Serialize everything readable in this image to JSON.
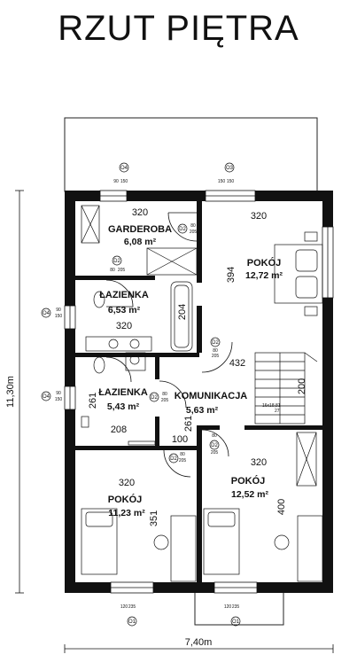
{
  "title": "RZUT PIĘTRA",
  "overall": {
    "height_label": "11,30m",
    "width_label": "7,40m"
  },
  "rooms": [
    {
      "name": "GARDEROBA",
      "area": "6,08 m²"
    },
    {
      "name": "POKÓJ",
      "area": "12,72 m²"
    },
    {
      "name": "ŁAZIENKA",
      "area": "6,53 m²"
    },
    {
      "name": "ŁAZIENKA",
      "area": "5,43 m²"
    },
    {
      "name": "KOMUNIKACJA",
      "area": "5,63 m²"
    },
    {
      "name": "POKÓJ",
      "area": "12,52 m²"
    },
    {
      "name": "POKÓJ",
      "area": "11,23 m²"
    }
  ],
  "dimensions": [
    "320",
    "320",
    "394",
    "204",
    "320",
    "432",
    "261",
    "208",
    "261",
    "100",
    "320",
    "320",
    "400",
    "351",
    "200"
  ],
  "window_tags": {
    "top_left": {
      "id": "O4",
      "width": "90",
      "height": "150"
    },
    "top_right": {
      "id": "O3",
      "width": "150",
      "height": "150"
    },
    "left_mid1": {
      "id": "O4",
      "width": "90",
      "height": "150"
    },
    "left_mid2": {
      "id": "O4",
      "width": "90",
      "height": "150"
    },
    "bottom_left": {
      "id": "O1",
      "width": "120",
      "height": "235"
    },
    "bottom_right": {
      "id": "O1",
      "width": "120",
      "height": "235"
    }
  },
  "door_tags": {
    "d1": {
      "id": "D2",
      "width": "80",
      "height": "205"
    },
    "d2": {
      "id": "D2",
      "width": "80",
      "height": "205"
    },
    "d3": {
      "id": "D2",
      "width": "80",
      "height": "205"
    },
    "d4": {
      "id": "D2",
      "width": "80",
      "height": "205"
    },
    "d5": {
      "id": "D2",
      "width": "80",
      "height": "205"
    },
    "d6": {
      "id": "D2",
      "width": "80",
      "height": "205"
    }
  },
  "stairs": {
    "label": "16x18,81",
    "sublabel": "27"
  }
}
